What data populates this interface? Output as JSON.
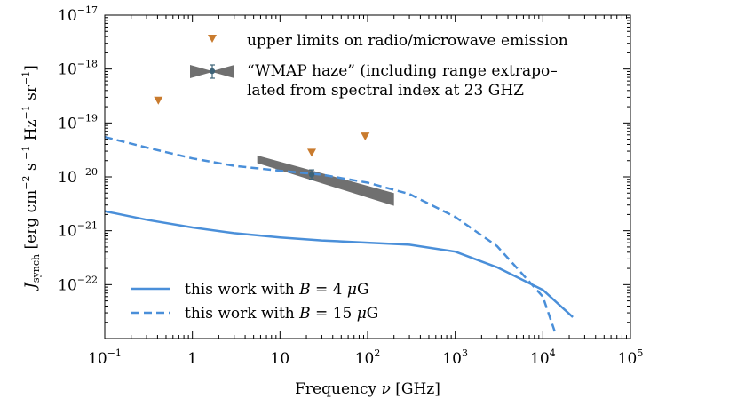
{
  "chart_data": {
    "type": "line",
    "x_scale": "log",
    "y_scale": "log",
    "xlim": [
      0.1,
      100000
    ],
    "ylim": [
      1e-23,
      1e-17
    ],
    "xlabel": "Frequency ν [GHz]",
    "ylabel": "J_synch [erg cm^-2 s^-1 Hz^-1 sr^-1]",
    "x_ticks": [
      0.1,
      1,
      10,
      100,
      1000,
      10000,
      100000
    ],
    "x_tick_labels": [
      {
        "base": "10",
        "exp": "−1"
      },
      {
        "base": "1",
        "exp": ""
      },
      {
        "base": "10",
        "exp": ""
      },
      {
        "base": "10",
        "exp": "2"
      },
      {
        "base": "10",
        "exp": "3"
      },
      {
        "base": "10",
        "exp": "4"
      },
      {
        "base": "10",
        "exp": "5"
      }
    ],
    "y_ticks": [
      1e-22,
      1e-21,
      1e-20,
      1e-19,
      1e-18,
      1e-17
    ],
    "y_tick_labels": [
      {
        "base": "10",
        "exp": "−22"
      },
      {
        "base": "10",
        "exp": "−21"
      },
      {
        "base": "10",
        "exp": "−20"
      },
      {
        "base": "10",
        "exp": "−19"
      },
      {
        "base": "10",
        "exp": "−18"
      },
      {
        "base": "10",
        "exp": "−17"
      }
    ],
    "series": [
      {
        "name": "this work with B = 4 μG",
        "style": "solid",
        "color": "#4a8fd9",
        "x": [
          0.1,
          0.3,
          1,
          3,
          10,
          30,
          100,
          300,
          1000,
          3000,
          10000,
          22000
        ],
        "y": [
          2.3e-21,
          1.6e-21,
          1.15e-21,
          9e-22,
          7.5e-22,
          6.6e-22,
          6e-22,
          5.5e-22,
          4.1e-22,
          2.1e-22,
          8e-23,
          2.5e-23
        ]
      },
      {
        "name": "this work with B = 15 μG",
        "style": "dashed",
        "color": "#4a8fd9",
        "x": [
          0.1,
          0.3,
          1,
          3,
          10,
          30,
          100,
          300,
          1000,
          3000,
          10000,
          14000
        ],
        "y": [
          5.5e-20,
          3.5e-20,
          2.2e-20,
          1.6e-20,
          1.3e-20,
          1.1e-20,
          7.8e-21,
          4.8e-21,
          1.8e-21,
          5.2e-22,
          6e-23,
          1.2e-23
        ]
      }
    ],
    "upper_limits": {
      "name": "upper limits on radio/microwave emission",
      "color": "#c97b2e",
      "x": [
        0.408,
        23,
        94
      ],
      "y": [
        2.6e-19,
        2.8e-20,
        5.6e-20
      ]
    },
    "wmap_haze": {
      "name_line1": "“WMAP haze” (including range extrapo–",
      "name_line2": "lated from spectral index at 23 GHZ",
      "color": "#707070",
      "point": {
        "x": 23,
        "y": 1.1e-20,
        "yerr_low": 9e-21,
        "yerr_high": 1.35e-20
      },
      "band": {
        "x_start": 5.5,
        "x_end": 200,
        "upper_start": 2.5e-20,
        "lower_start": 1.8e-20,
        "upper_end": 5e-21,
        "lower_end": 2.9e-21
      }
    },
    "legend_placement": "top (markers) and bottom-left (lines)",
    "grid": false
  }
}
